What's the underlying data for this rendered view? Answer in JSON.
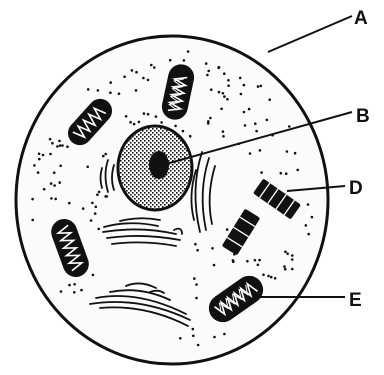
{
  "diagram": {
    "labels": {
      "a": "A",
      "b": "B",
      "d": "D",
      "e": "E"
    },
    "colors": {
      "ink": "#111111",
      "background": "#ffffff",
      "cell_fill": "#fbfbfb"
    },
    "parts": [
      "cell-membrane",
      "cytoplasm",
      "nucleus",
      "nucleolus",
      "mitochondria",
      "golgi-apparatus",
      "centrioles",
      "endoplasmic-reticulum"
    ]
  }
}
